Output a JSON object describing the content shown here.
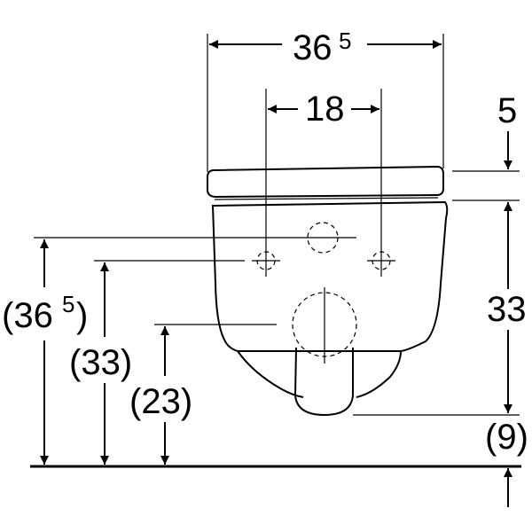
{
  "dimensions": {
    "overall_width": {
      "main": "36",
      "sup": "5"
    },
    "fixing_spacing": "18",
    "seat_height_step": "5",
    "bowl_height": "33",
    "bottom_clearance": "(9)",
    "height_top_fixing": {
      "open": "(36",
      "sup": "5",
      "close": ")"
    },
    "height_lower_fixing": "(33)",
    "height_outlet": "(23)"
  }
}
